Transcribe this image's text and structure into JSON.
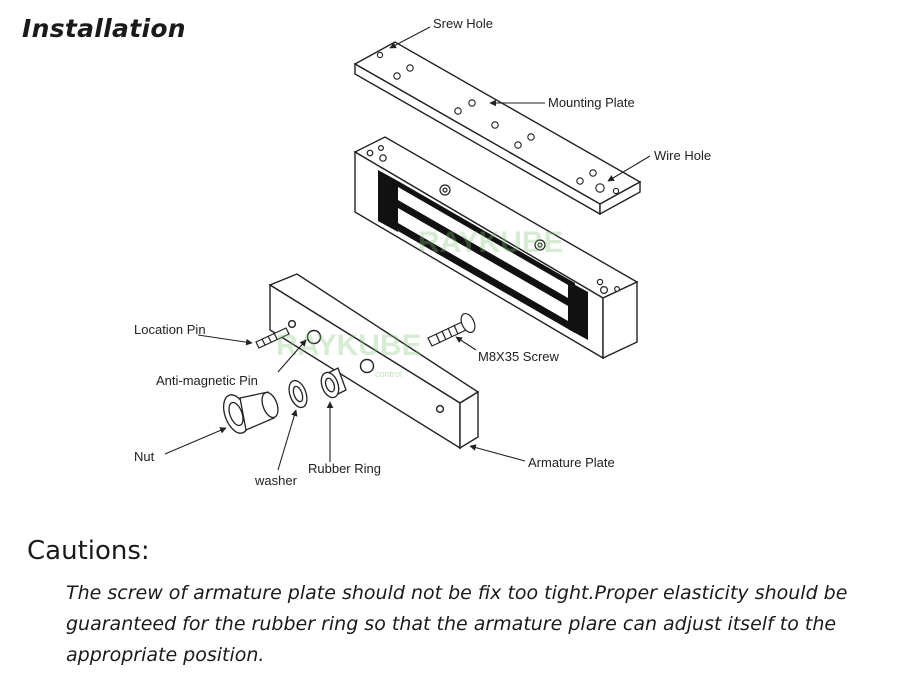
{
  "heading": "Installation",
  "watermark": {
    "brand": "RAYKUBE",
    "tagline": "control"
  },
  "labels": {
    "screw_hole": "Srew Hole",
    "mounting_plate": "Mounting Plate",
    "wire_hole": "Wire Hole",
    "location_pin": "Location Pin",
    "m8x35_screw": "M8X35 Screw",
    "anti_magnetic_pin": "Anti-magnetic Pin",
    "nut": "Nut",
    "washer": "washer",
    "rubber_ring": "Rubber Ring",
    "armature_plate": "Armature Plate"
  },
  "cautions": {
    "title": "Cautions:",
    "text": "The screw of armature plate should not be fix too tight.Proper elasticity should be guaranteed for the rubber ring so that the armature plare can adjust itself to the appropriate position."
  }
}
